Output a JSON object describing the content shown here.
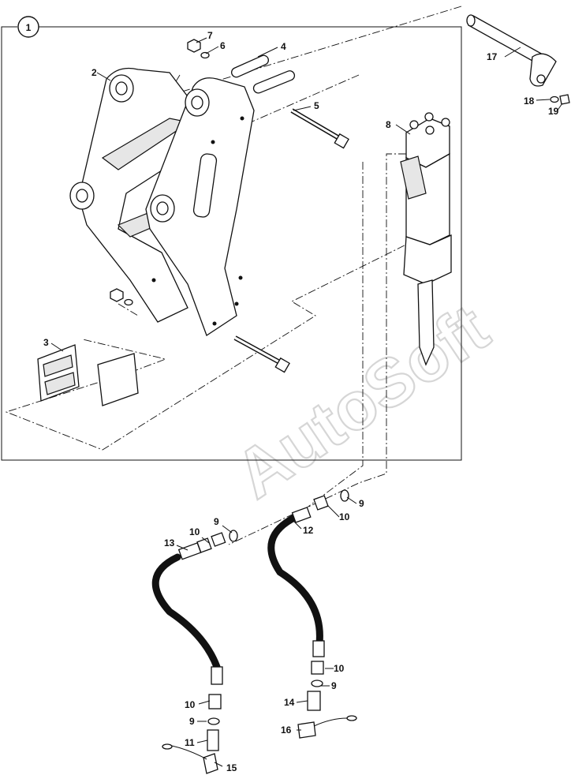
{
  "diagram": {
    "group_label": "1",
    "watermark": "AutoSoft",
    "callouts": {
      "c2": "2",
      "c3": "3",
      "c4": "4",
      "c5": "5",
      "c6": "6",
      "c7": "7",
      "c8": "8",
      "c9a": "9",
      "c9b": "9",
      "c9c": "9",
      "c9d": "9",
      "c10a": "10",
      "c10b": "10",
      "c10c": "10",
      "c10d": "10",
      "c11": "11",
      "c12": "12",
      "c13": "13",
      "c14": "14",
      "c15": "15",
      "c16": "16",
      "c17": "17",
      "c18": "18",
      "c19": "19"
    }
  }
}
